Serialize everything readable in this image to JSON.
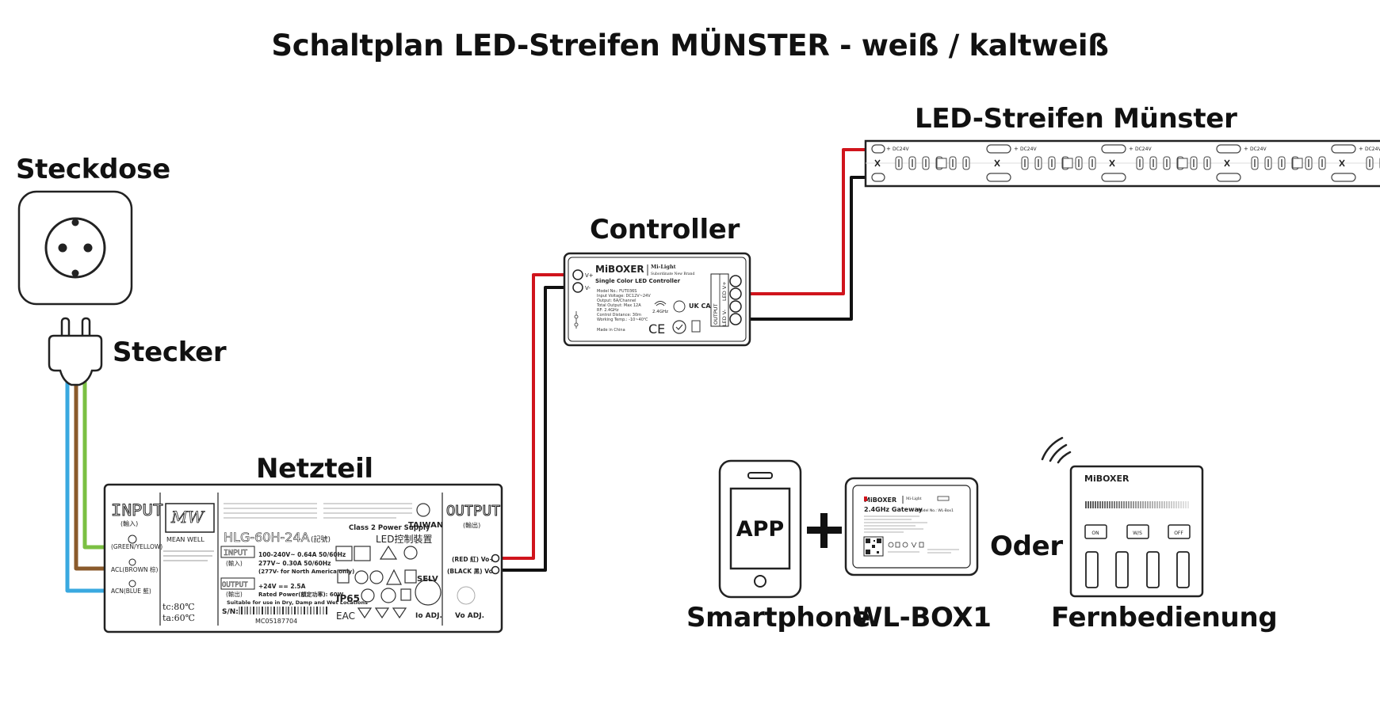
{
  "title": "Schaltplan LED-Streifen MÜNSTER - weiß / kaltweiß",
  "labels": {
    "steckdose": "Steckdose",
    "stecker": "Stecker",
    "netzteil": "Netzteil",
    "controller": "Controller",
    "led_streifen": "LED-Streifen Münster",
    "smartphone": "Smartphone",
    "wlbox": "WL-BOX1",
    "oder": "Oder",
    "fernbedienung": "Fernbedienung",
    "plus": "+"
  },
  "netzteil": {
    "input": "INPUT",
    "input_cn": "(輸入)",
    "brand": "MEAN WELL",
    "model": "HLG-60H-24A",
    "model_suffix": "(記號)",
    "class": "Class 2 Power Supply",
    "taiwan": "TAIWAN",
    "led_text": "LED控制裝置",
    "input_spec": [
      "100-240V~  0.64A  50/60Hz",
      "277V~  0.30A  50/60Hz",
      "(277V- for North America only)"
    ],
    "output_spec": [
      "+24V  ==  2.5A",
      "Rated Power(額定功率): 60W",
      "Suitable for use in Dry, Damp and Wet Locations"
    ],
    "ip": "IP65",
    "selv": "SELV",
    "io_adj": "Io ADJ.",
    "vo_adj": "Vo ADJ.",
    "output": "OUTPUT",
    "output_cn": "(輸出)",
    "green_yellow": "(GREEN/YELLOW)",
    "acl": "ACL(BROWN 棕)",
    "acn": "ACN(BLUE 藍)",
    "red_vo": "(RED 紅) Vo+",
    "black_vo": "(BLACK 黑) Vo-",
    "tc": "tc:80℃",
    "ta": "ta:60℃",
    "sn": "S/N:",
    "sn_value": "MC05187704",
    "input_box": "INPUT",
    "input_box_cn": "(輸入)",
    "output_box": "OUTPUT",
    "output_box_cn": "(輸出)"
  },
  "controller": {
    "brand": "MiBOXER",
    "sub": "Mi-Light",
    "sub2": "Subordinate New Brand",
    "name": "Single Color LED Controller",
    "specs": [
      "Model No.: FUT036S",
      "Input Voltage: DC12V~24V",
      "Output: 6A/Channel",
      "Total Output: Max 12A",
      "RF: 2.4GHz",
      "Control Distance: 30m",
      "Working Temp.: -10~40℃"
    ],
    "made": "Made in China",
    "ghz": "2.4GHz",
    "ukca": "UK CA",
    "ce": "CE",
    "v_plus": "V+",
    "v_minus": "V-",
    "output": "OUTPUT",
    "led_v_plus": "LED V+",
    "led_v_minus": "LED V-"
  },
  "strip": {
    "dc": "DC24V"
  },
  "phone": {
    "app": "APP"
  },
  "wlbox": {
    "brand": "MiBOXER",
    "sub": "Mi-Light",
    "name": "2.4GHz Gateway",
    "model": "Model No.: WL-Box1"
  },
  "remote": {
    "brand": "MiBOXER",
    "on": "ON",
    "mid": "W/S",
    "off": "OFF"
  },
  "colors": {
    "red": "#d0141c",
    "black": "#111111",
    "blue": "#3aa9e0",
    "brown": "#8a5a2b",
    "green": "#7bc043",
    "outline": "#222222"
  }
}
